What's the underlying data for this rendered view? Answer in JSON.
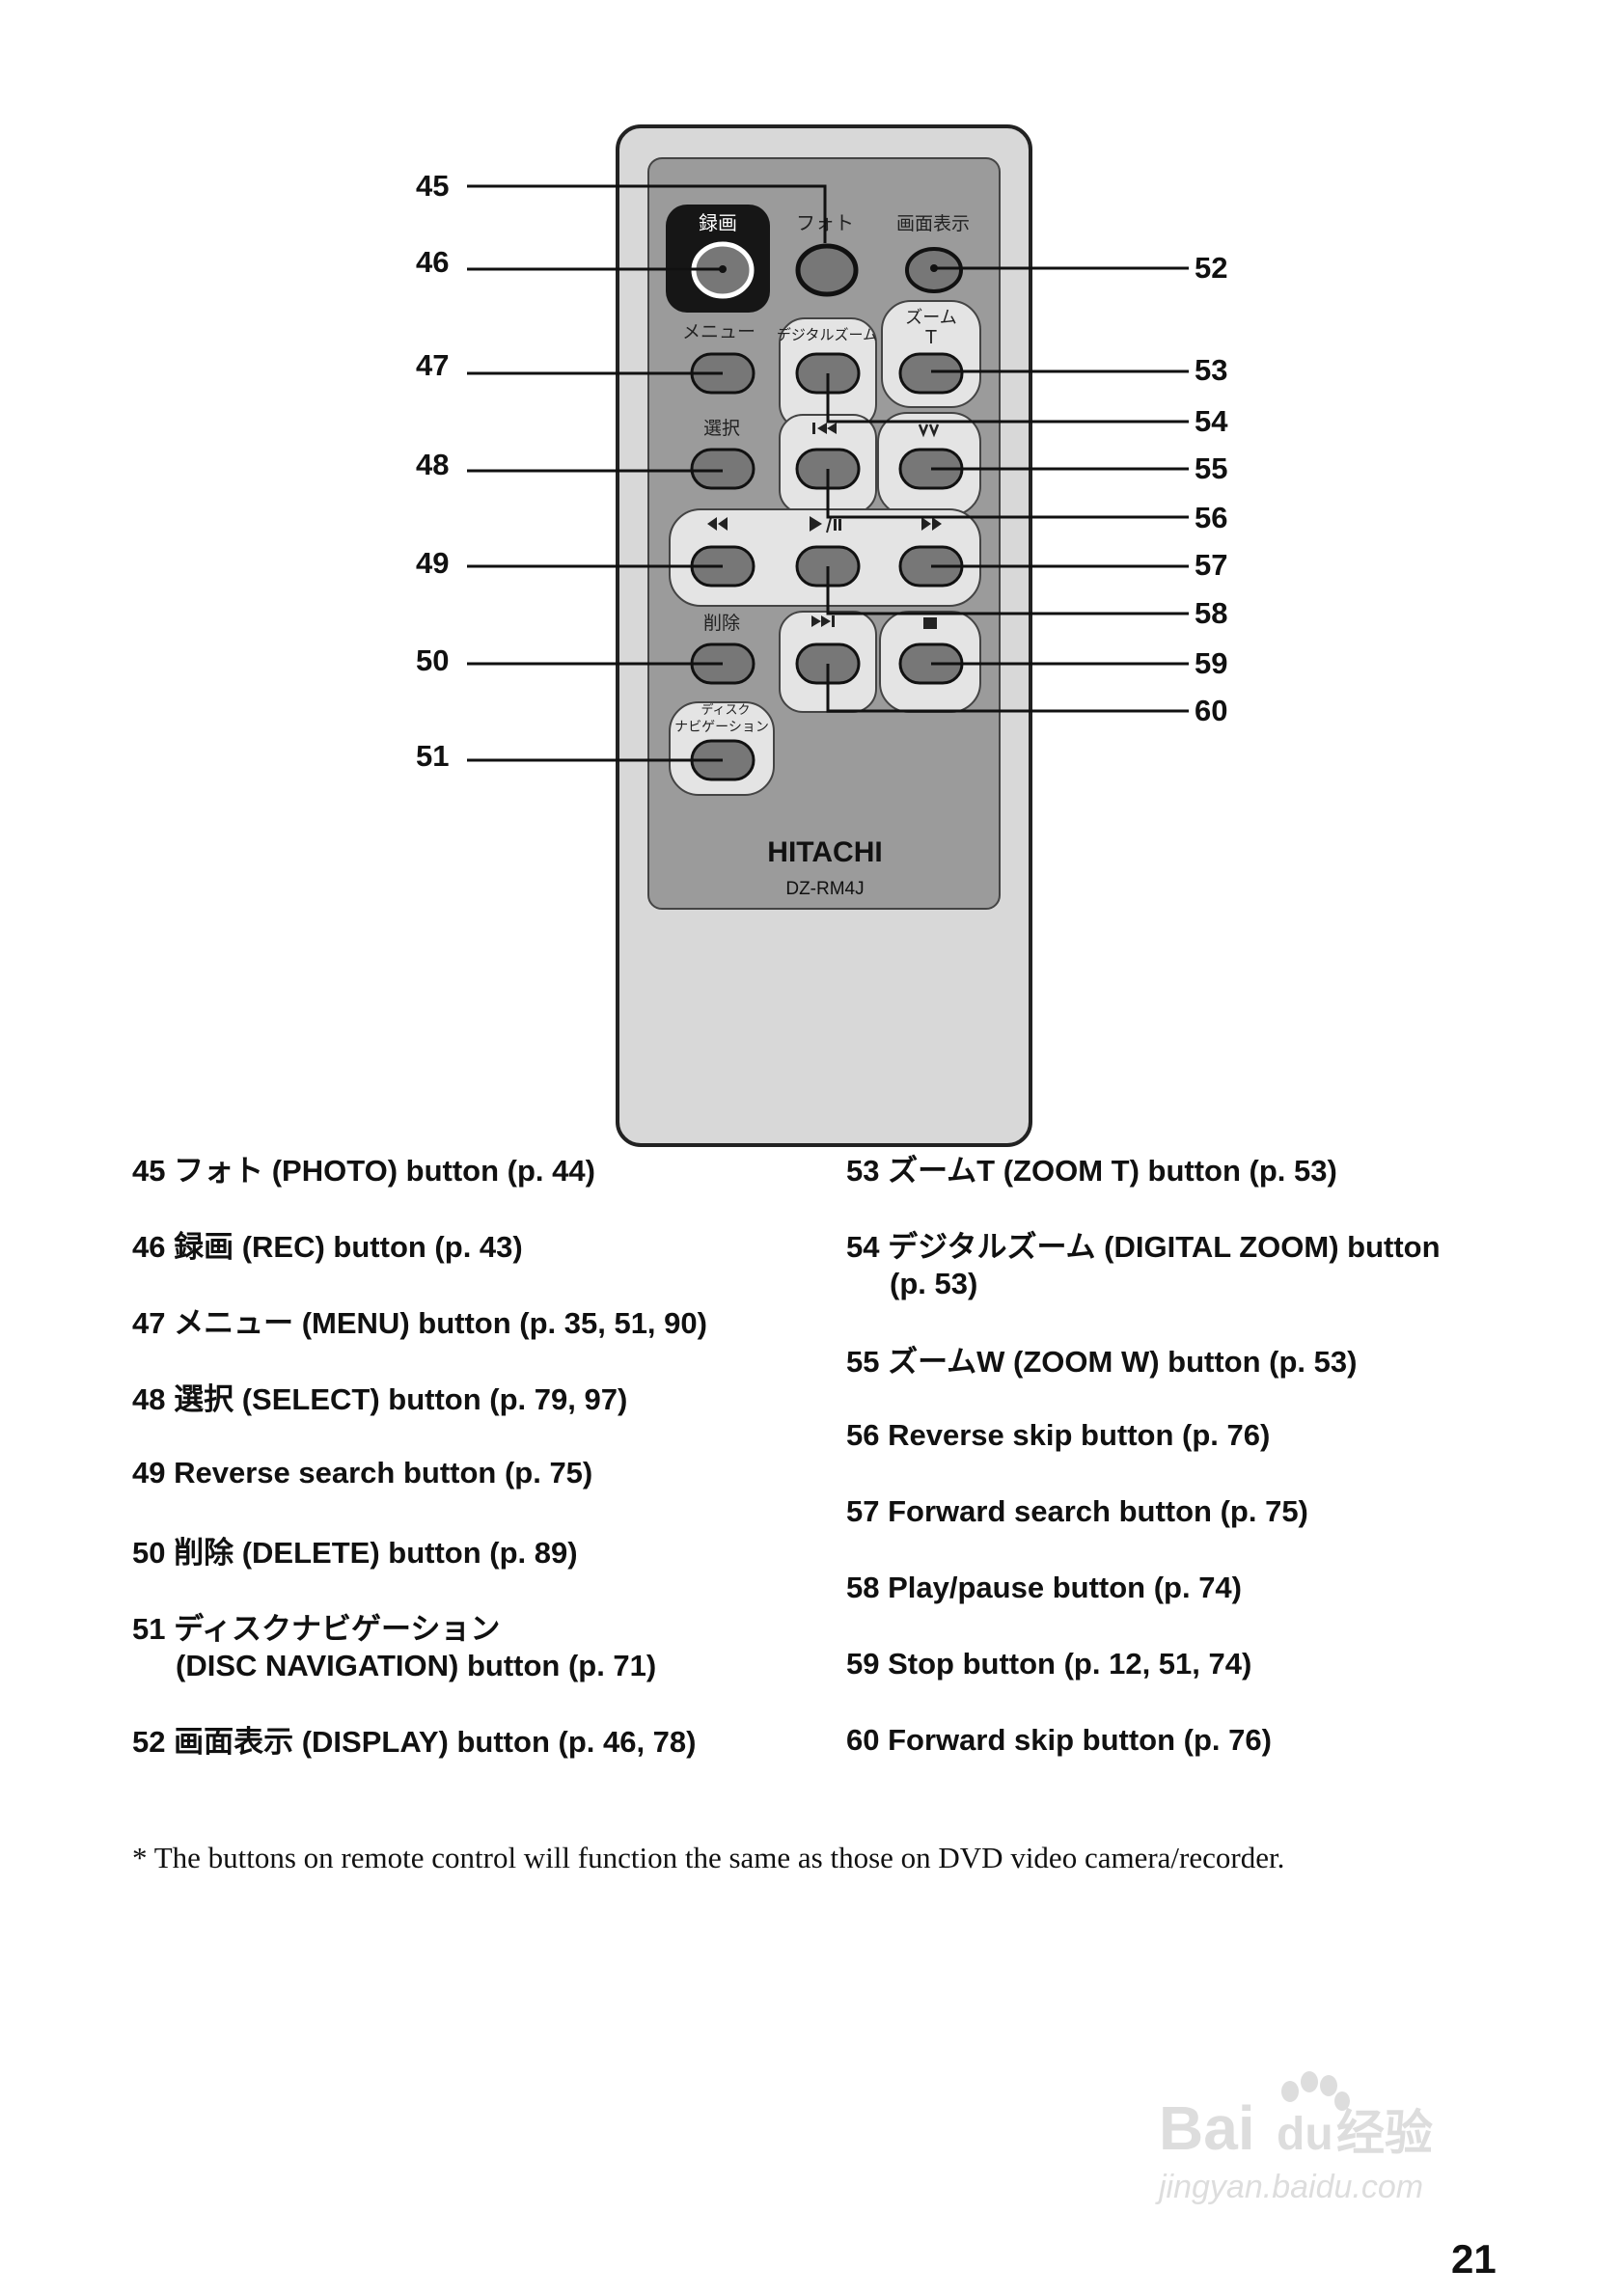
{
  "remote": {
    "brand": "HITACHI",
    "model": "DZ-RM4J",
    "button_labels": {
      "rec": "録画",
      "photo": "フォト",
      "display": "画面表示",
      "menu": "メニュー",
      "digital_zoom": "デジタルズーム",
      "zoom_t_top": "ズーム",
      "zoom_t_bottom": "T",
      "select": "選択",
      "delete": "削除",
      "disc_nav_top": "ディスク",
      "disc_nav_bottom": "ナビゲーション"
    }
  },
  "callouts_left": [
    "45",
    "46",
    "47",
    "48",
    "49",
    "50",
    "51"
  ],
  "callouts_right": [
    "52",
    "53",
    "54",
    "55",
    "56",
    "57",
    "58",
    "59",
    "60"
  ],
  "descriptions_left": [
    {
      "num": "45",
      "text": "フォト (PHOTO) button (p. 44)",
      "cont": ""
    },
    {
      "num": "46",
      "text": "録画 (REC) button (p. 43)",
      "cont": ""
    },
    {
      "num": "47",
      "text": "メニュー (MENU) button (p. 35, 51, 90)",
      "cont": ""
    },
    {
      "num": "48",
      "text": "選択 (SELECT) button  (p. 79, 97)",
      "cont": ""
    },
    {
      "num": "49",
      "text": "Reverse search button (p. 75)",
      "cont": ""
    },
    {
      "num": "50",
      "text": "削除 (DELETE) button (p. 89)",
      "cont": ""
    },
    {
      "num": "51",
      "text": "ディスクナビゲーション",
      "cont": "(DISC NAVIGATION) button (p. 71)"
    },
    {
      "num": "52",
      "text": "画面表示 (DISPLAY) button (p. 46, 78)",
      "cont": ""
    }
  ],
  "descriptions_right": [
    {
      "num": "53",
      "text": "ズームT (ZOOM T) button (p. 53)",
      "cont": ""
    },
    {
      "num": "54",
      "text": "デジタルズーム (DIGITAL ZOOM) button",
      "cont": "(p. 53)"
    },
    {
      "num": "55",
      "text": "ズームW (ZOOM W) button (p. 53)",
      "cont": ""
    },
    {
      "num": "56",
      "text": "Reverse skip button (p. 76)",
      "cont": ""
    },
    {
      "num": "57",
      "text": "Forward search button (p. 75)",
      "cont": ""
    },
    {
      "num": "58",
      "text": "Play/pause button (p. 74)",
      "cont": ""
    },
    {
      "num": "59",
      "text": "Stop button (p. 12, 51, 74)",
      "cont": ""
    },
    {
      "num": "60",
      "text": "Forward skip button (p. 76)",
      "cont": ""
    }
  ],
  "footnote": "*  The buttons on remote control will function the same as those on DVD video camera/recorder.",
  "page_number": "21",
  "watermark": {
    "text_line1": "Bai",
    "text_line1b": "du",
    "text_line1c": "经验",
    "text_line2": "jingyan.baidu.com"
  }
}
